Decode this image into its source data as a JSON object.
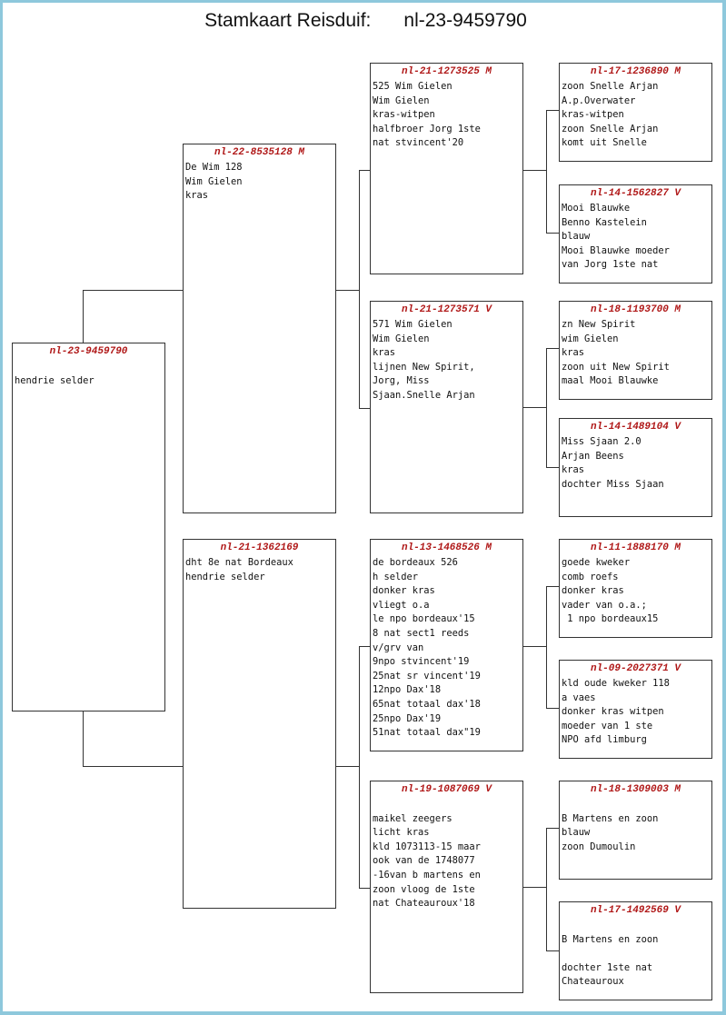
{
  "title": {
    "label": "Stamkaart Reisduif:",
    "ring": "nl-23-9459790"
  },
  "pedigree": {
    "subject": {
      "ring": "nl-23-9459790",
      "lines": [
        "",
        "hendrie selder"
      ]
    },
    "sire": {
      "ring": "nl-22-8535128 M",
      "lines": [
        "De Wim 128",
        "Wim Gielen",
        "kras"
      ]
    },
    "dam": {
      "ring": "nl-21-1362169",
      "lines": [
        "dht 8e nat Bordeaux",
        "hendrie selder"
      ]
    },
    "ss": {
      "ring": "nl-21-1273525 M",
      "lines": [
        "525 Wim Gielen",
        "Wim Gielen",
        "kras-witpen",
        "halfbroer Jorg 1ste",
        "nat stvincent'20"
      ]
    },
    "sd": {
      "ring": "nl-21-1273571 V",
      "lines": [
        "571 Wim Gielen",
        "Wim Gielen",
        "kras",
        "lijnen New Spirit,",
        "Jorg, Miss",
        "Sjaan.Snelle Arjan"
      ]
    },
    "ds": {
      "ring": "nl-13-1468526 M",
      "lines": [
        "de bordeaux 526",
        "h selder",
        "donker kras",
        "vliegt o.a",
        "le npo bordeaux'15",
        "8 nat sect1 reeds",
        "v/grv van",
        "9npo stvincent'19",
        "25nat sr vincent'19",
        "12npo Dax'18",
        "65nat totaal dax'18",
        "25npo Dax'19",
        "51nat totaal dax\"19"
      ]
    },
    "dd": {
      "ring": "nl-19-1087069 V",
      "lines": [
        "",
        "maikel zeegers",
        "licht kras",
        "kld 1073113-15 maar",
        "ook van de 1748077",
        "-16van b martens en",
        "zoon vloog de 1ste",
        "nat Chateauroux'18"
      ]
    },
    "sss": {
      "ring": "nl-17-1236890 M",
      "lines": [
        "zoon Snelle Arjan",
        "A.p.Overwater",
        "kras-witpen",
        "zoon Snelle Arjan",
        "komt uit Snelle"
      ]
    },
    "ssd": {
      "ring": "nl-14-1562827 V",
      "lines": [
        "Mooi Blauwke",
        "Benno Kastelein",
        "blauw",
        "Mooi Blauwke moeder",
        "van Jorg 1ste nat"
      ]
    },
    "sds": {
      "ring": "nl-18-1193700 M",
      "lines": [
        "zn New Spirit",
        "wim Gielen",
        "kras",
        "zoon uit New Spirit",
        "maal Mooi Blauwke"
      ]
    },
    "sdd": {
      "ring": "nl-14-1489104 V",
      "lines": [
        "Miss Sjaan 2.0",
        "Arjan Beens",
        "kras",
        "dochter Miss Sjaan"
      ]
    },
    "dss": {
      "ring": "nl-11-1888170 M",
      "lines": [
        "goede kweker",
        "comb roefs",
        "donker kras",
        "vader van o.a.;",
        " 1 npo bordeaux15"
      ]
    },
    "dsd": {
      "ring": "nl-09-2027371 V",
      "lines": [
        "kld oude kweker 118",
        "a vaes",
        "donker kras witpen",
        "moeder van 1 ste",
        "NPO afd limburg"
      ]
    },
    "dds": {
      "ring": "nl-18-1309003 M",
      "lines": [
        "",
        "B Martens en zoon",
        "blauw",
        "zoon Dumoulin"
      ]
    },
    "ddd": {
      "ring": "nl-17-1492569 V",
      "lines": [
        "",
        "B Martens en zoon",
        "",
        "dochter 1ste nat",
        "Chateauroux"
      ]
    }
  }
}
